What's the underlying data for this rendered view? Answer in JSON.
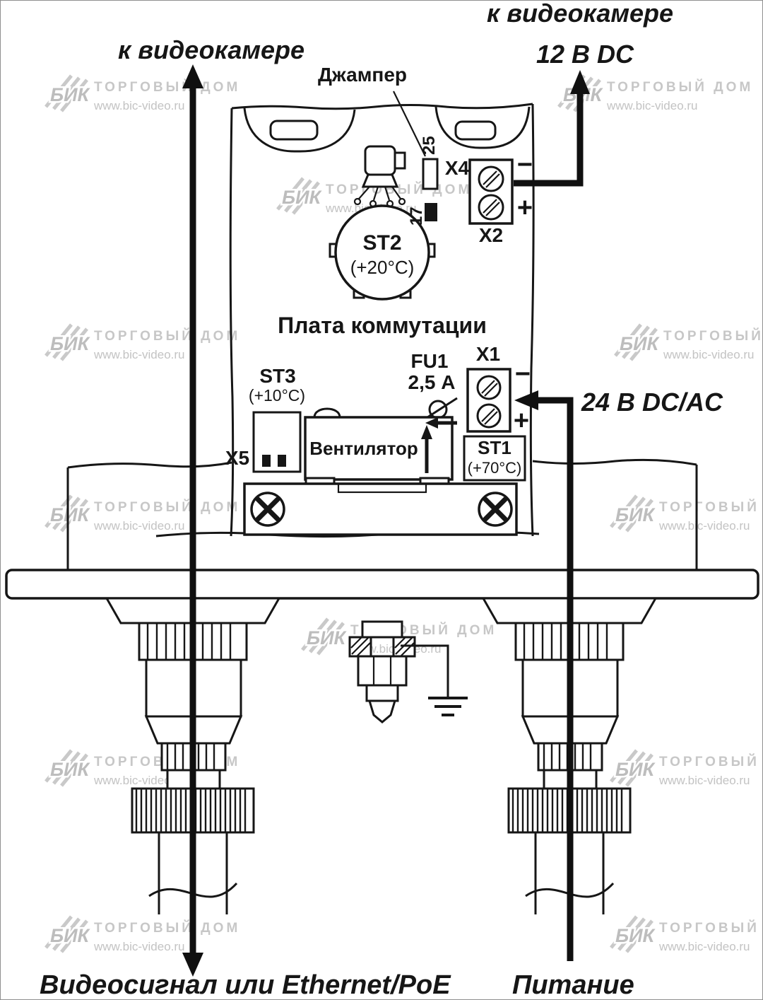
{
  "watermark": {
    "logo": "БИК",
    "brand": "ТОРГОВЫЙ ДОМ",
    "url": "www.bic-video.ru"
  },
  "labels": {
    "camera_left": "к видеокамере",
    "camera_right": "к видеокамере",
    "dc12": "12 В DC",
    "dc24": "24 В DC/AC",
    "jumper": "Джампер",
    "jumper_open": "25",
    "jumper_closed": "17",
    "x4": "X4",
    "x2": "X2",
    "x1": "X1",
    "x5": "X5",
    "st2": "ST2",
    "st2_temp": "(+20°C)",
    "st3": "ST3",
    "st3_temp": "(+10°C)",
    "st1": "ST1",
    "st1_temp": "(+70°C)",
    "board": "Плата коммутации",
    "fu1": "FU1",
    "fu1_rating": "2,5 А",
    "fan": "Вентилятор",
    "x2_minus": "−",
    "x2_plus": "+",
    "x1_minus": "−",
    "x1_plus": "+",
    "video_out": "Видеосигнал или Ethernet/PoE",
    "power": "Питание"
  }
}
